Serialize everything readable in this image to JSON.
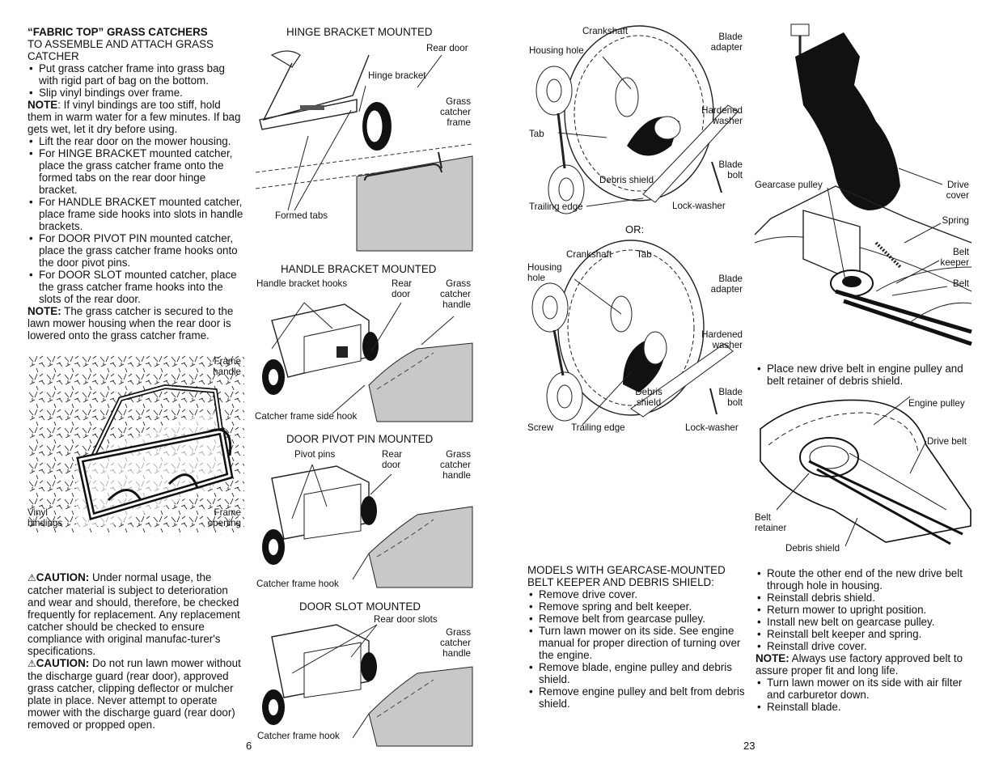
{
  "left_page": {
    "section_title": "“FABRIC TOP” GRASS CATCHERS",
    "subtitle": "TO ASSEMBLE AND ATTACH GRASS CATCHER",
    "steps_a": [
      "Put grass catcher frame into grass bag with rigid part of bag on the bottom.",
      "Slip vinyl bindings over frame."
    ],
    "note1_label": "NOTE",
    "note1_text": ":  If vinyl bindings are too stiff, hold them in warm water for a few minutes.  If bag gets wet, let it dry before using.",
    "steps_b": [
      "Lift the rear door on the mower housing.",
      "For HINGE BRACKET mounted catcher, place the grass catcher frame onto the formed tabs on the rear door hinge bracket.",
      "For HANDLE BRACKET mounted catcher, place frame side hooks into slots in handle brackets.",
      "For DOOR PIVOT PIN mounted catcher, place the grass catcher frame hooks onto the door pivot pins.",
      "For DOOR SLOT mounted catcher, place the grass catcher frame hooks into the slots of the rear door."
    ],
    "note2_label": "NOTE:",
    "note2_text": " The grass catcher is secured to the lawn mower housing when the rear door is lowered onto the grass catcher frame.",
    "bag_labels": {
      "frame_handle": "Frame handle",
      "vinyl_bindings": "Vinyl bindings",
      "frame_opening": "Frame opening"
    },
    "caution_icon": "warning-triangle-icon",
    "caution1_label": "CAUTION:",
    "caution1_text": "  Under normal usage, the catcher material is subject to deterioration and wear and should, therefore, be checked frequently for replacement.  Any replacement catcher should be checked to ensure compliance with original manufac-turer's specifications.",
    "caution2_label": "CAUTION:",
    "caution2_text": "  Do not run lawn mower without the discharge guard (rear door), approved grass catcher, clipping deflector or mulcher plate in place.  Never attempt to operate mower with the discharge guard (rear door) removed or propped open.",
    "page_number": "6"
  },
  "middle_figures": {
    "hinge": {
      "title": "HINGE BRACKET MOUNTED",
      "rear_door": "Rear door",
      "hinge_bracket": "Hinge bracket",
      "grass_catcher_frame": "Grass catcher frame",
      "formed_tabs": "Formed tabs"
    },
    "handle": {
      "title": "HANDLE BRACKET MOUNTED",
      "handle_bracket_hooks": "Handle bracket hooks",
      "rear_door": "Rear door",
      "grass_catcher_handle": "Grass catcher handle",
      "side_hook": "Catcher frame side hook"
    },
    "pivot": {
      "title": "DOOR PIVOT PIN MOUNTED",
      "pivot_pins": "Pivot pins",
      "rear_door": "Rear door",
      "grass_catcher_handle": "Grass catcher handle",
      "frame_hook": "Catcher frame hook"
    },
    "slot": {
      "title": "DOOR SLOT MOUNTED",
      "rear_door_slots": "Rear door slots",
      "grass_catcher_handle": "Grass catcher handle",
      "frame_hook": "Catcher frame hook"
    }
  },
  "right_page": {
    "blade1": {
      "crankshaft": "Crankshaft",
      "housing_hole": "Housing hole",
      "blade_adapter": "Blade adapter",
      "tab": "Tab",
      "hardened_washer": "Hardened washer",
      "debris_shield": "Debris shield",
      "blade_bolt": "Blade bolt",
      "trailing_edge": "Trailing edge",
      "lock_washer": "Lock-washer"
    },
    "or_label": "OR:",
    "blade2": {
      "crankshaft": "Crankshaft",
      "tab": "Tab",
      "housing_hole": "Housing hole",
      "blade_adapter": "Blade adapter",
      "hardened_washer": "Hardened washer",
      "debris_shield": "Debris shield",
      "blade_bolt": "Blade bolt",
      "screw": "Screw",
      "trailing_edge": "Trailing edge",
      "lock_washer": "Lock-washer"
    },
    "gearcase": {
      "gearcase_pulley": "Gearcase pulley",
      "drive_cover": "Drive cover",
      "spring": "Spring",
      "belt_keeper": "Belt keeper",
      "belt": "Belt"
    },
    "step_place_belt": "Place new drive belt in engine pulley and belt retainer of debris shield.",
    "shield": {
      "engine_pulley": "Engine pulley",
      "drive_belt": "Drive belt",
      "belt_retainer": "Belt retainer",
      "debris_shield": "Debris shield"
    },
    "models_heading": "MODELS WITH GEARCASE-MOUNTED BELT KEEPER AND DEBRIS SHIELD:",
    "models_steps": [
      "Remove drive cover.",
      "Remove spring and belt keeper.",
      "Remove belt from gearcase pulley.",
      "Turn lawn mower on its side.  See engine manual for proper direction of turning over the engine.",
      "Remove blade, engine pulley and debris shield.",
      "Remove engine pulley and belt from debris shield."
    ],
    "route_steps": [
      "Route the other end of the new drive belt through hole in housing.",
      "Reinstall debris shield.",
      "Return mower to upright position.",
      "Install new belt on gearcase pulley.",
      "Reinstall belt keeper and spring.",
      "Reinstall drive cover."
    ],
    "note_label": "NOTE:",
    "note_text": " Always use factory approved belt to assure proper fit and long life.",
    "final_steps": [
      "Turn lawn mower on its side with air filter and carburetor down.",
      "Reinstall blade."
    ],
    "page_number": "23"
  }
}
